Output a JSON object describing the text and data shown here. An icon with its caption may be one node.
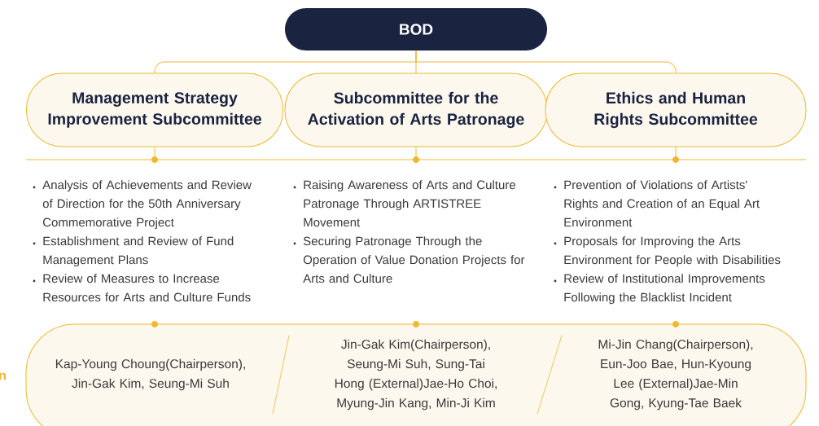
{
  "diagram": {
    "nodes": [
      {
        "text": [
          "BOD"
        ]
      },
      {
        "text": [
          "Management Strategy Improvement Subcommittee"
        ]
      },
      {
        "text": [
          "Subcommittee for the Activation of Arts Patronage"
        ]
      },
      {
        "text": [
          "Ethics and Human Rights Subcommittee"
        ]
      },
      {
        "text": [
          "Kap-Young Choung(Chairperson), Jin-Gak Kim, Seung-Mi Suh",
          "Jin-Gak Kim(Chairperson), Seung-Mi Suh, Sung-Tai Hong (External)Jae-Ho Choi, Myung-Jin Kang, Min-Ji Kim",
          "Mi-Jin Chang(Chairperson), Eun-Joo Bae, Hun-Kyoung Lee (External)Jae-Min Gong, Kyung-Tae Baek"
        ]
      },
      {
        "text": [],
        "shape": "bar"
      }
    ],
    "edges": [
      {
        "from": 0,
        "to": 1,
        "arrow": "none"
      },
      {
        "from": 0,
        "to": 2,
        "arrow": "none"
      },
      {
        "from": 0,
        "to": 3,
        "arrow": "none"
      },
      {
        "from": 1,
        "to": 5,
        "arrow": "none"
      },
      {
        "from": 2,
        "to": 5,
        "arrow": "none"
      },
      {
        "from": 3,
        "to": 5,
        "arrow": "none"
      }
    ],
    "labels": [
      "Analysis of Achievements and Review of Direction for the 50th Anniversary Commemorative Project",
      "Establishment and Review of Fund Management Plans",
      "Review of Measures to Increase Resources for Arts and Culture Funds",
      "Raising Awareness of Arts and Culture Patronage Through ARTISTREE Movement",
      "Securing Patronage Through the Operation of Value Donation Projects for Arts and Culture",
      "Prevention of Violations of Artists' Rights and Creation of an Equal Art Environment",
      "Proposals for Improving the Arts Environment for People with Disabilities",
      "Review of Institutional Improvements Following the Blacklist Incident",
      "n"
    ]
  }
}
